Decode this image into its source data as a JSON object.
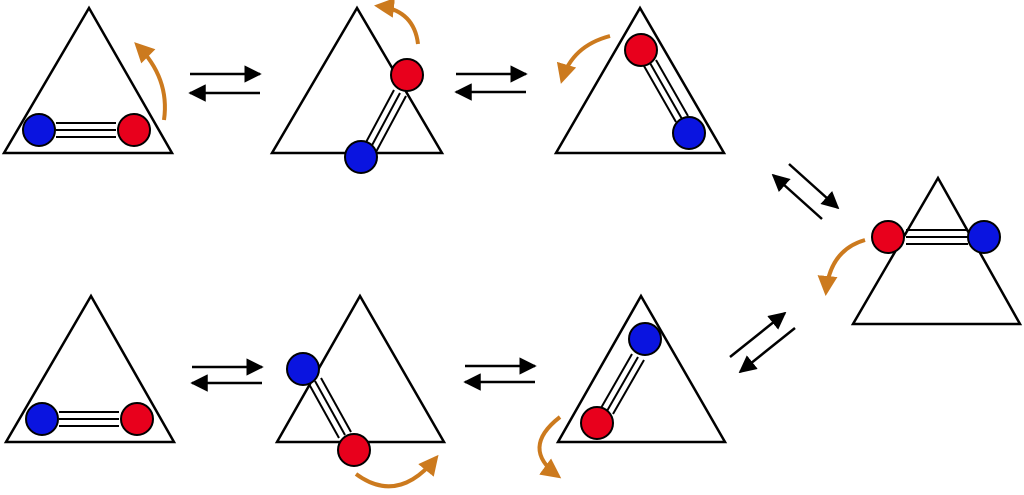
{
  "colors": {
    "background": "#ffffff",
    "outline": "#000000",
    "atom_a": "#e8001c",
    "atom_b": "#0a14e0",
    "motion_arrow": "#cc7a1e",
    "equilibrium_arrow": "#000000"
  },
  "bond": {
    "order": 3
  },
  "panels": [
    {
      "id": "p1",
      "row": "top",
      "bond_position": "base",
      "motion_arrow": "up-right-side"
    },
    {
      "id": "p2",
      "row": "top",
      "bond_position": "right-side-lower",
      "motion_arrow": "near-apex"
    },
    {
      "id": "p3",
      "row": "top",
      "bond_position": "right-side",
      "motion_arrow": "left-of-top-atom"
    },
    {
      "id": "p4",
      "row": "right",
      "bond_position": "across-upper-corners",
      "motion_arrow": "left-down"
    },
    {
      "id": "p5",
      "row": "bottom",
      "bond_position": "left-side",
      "motion_arrow": "left-down"
    },
    {
      "id": "p6",
      "row": "bottom",
      "bond_position": "left-side-lower",
      "motion_arrow": "below-right"
    },
    {
      "id": "p7",
      "row": "bottom",
      "bond_position": "base",
      "motion_arrow": "none"
    }
  ],
  "equilibria": [
    {
      "from": "p1",
      "to": "p2",
      "type": "reversible"
    },
    {
      "from": "p2",
      "to": "p3",
      "type": "reversible"
    },
    {
      "from": "p3",
      "to": "p4",
      "type": "reversible"
    },
    {
      "from": "p4",
      "to": "p5",
      "type": "reversible"
    },
    {
      "from": "p5",
      "to": "p6",
      "type": "reversible"
    },
    {
      "from": "p6",
      "to": "p7",
      "type": "reversible"
    }
  ]
}
